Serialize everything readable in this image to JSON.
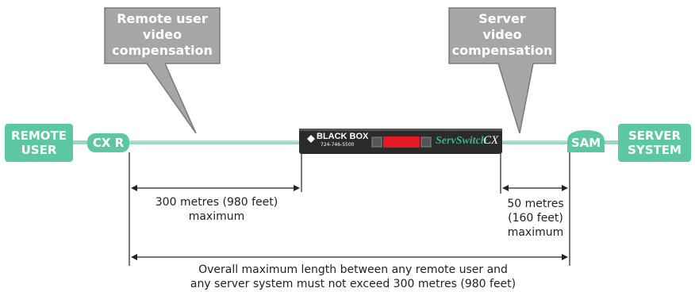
{
  "callouts": {
    "remote": [
      "Remote user",
      "video",
      "compensation"
    ],
    "server": [
      "Server",
      "video",
      "compensation"
    ]
  },
  "devices": {
    "remote_user": [
      "REMOTE",
      "USER"
    ],
    "cx_r": "CX R",
    "sam": "SAM",
    "server_system": [
      "SERVER",
      "SYSTEM"
    ],
    "unit": {
      "brand": "BLACK BOX",
      "phone": "724-746-5500",
      "product": "ServSwitch",
      "model": "CX"
    }
  },
  "dimensions": {
    "remote_length": [
      "300 metres (980 feet)",
      "maximum"
    ],
    "server_length": [
      "50 metres",
      "(160 feet)",
      "maximum"
    ],
    "overall": [
      "Overall maximum length between any remote user and",
      "any server system must not exceed 300 metres (980 feet)"
    ]
  },
  "colors": {
    "green": "#5cc7a1",
    "cable": "#8fdcbf",
    "callout_gray": "#a6a6a6",
    "unit_body": "#2b2b2b",
    "led_red": "#e21b22"
  }
}
